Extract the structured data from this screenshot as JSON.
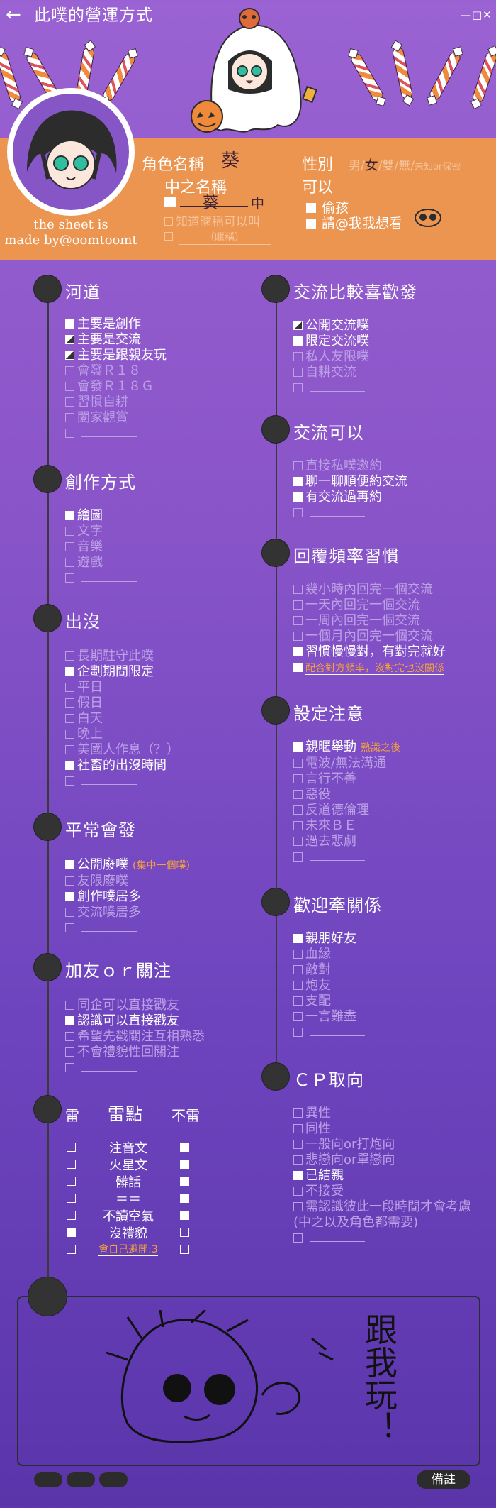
{
  "header": {
    "back_icon": "←",
    "title": "此噗的營運方式",
    "window_controls": "—□✕"
  },
  "credit": {
    "line1": "the sheet is",
    "line2": "made by@oomtoomt"
  },
  "profile": {
    "name_label": "角色名稱",
    "name_value": "葵",
    "inner_label": "中之名稱",
    "inner_value": "葵",
    "inner_suffix": "中",
    "inner_opt2": "知道暱稱可以叫",
    "inner_opt3": "（暱稱）",
    "gender_label": "性別",
    "gender_options": [
      "男",
      "女",
      "雙",
      "無",
      "未知or保密"
    ],
    "allow_label": "可以",
    "allow_items": [
      "偷孩",
      "請@我我想看"
    ]
  },
  "sections": {
    "heyao": {
      "title": "河道",
      "items": [
        {
          "label": "主要是創作",
          "state": "on"
        },
        {
          "label": "主要是交流",
          "state": "half"
        },
        {
          "label": "主要是跟親友玩",
          "state": "half"
        },
        {
          "label": "會發Ｒ１８",
          "state": "off"
        },
        {
          "label": "會發Ｒ１８Ｇ",
          "state": "off"
        },
        {
          "label": "習慣自耕",
          "state": "off"
        },
        {
          "label": "闔家觀賞",
          "state": "off"
        }
      ]
    },
    "create": {
      "title": "創作方式",
      "items": [
        {
          "label": "繪圖",
          "state": "on"
        },
        {
          "label": "文字",
          "state": "off"
        },
        {
          "label": "音樂",
          "state": "off"
        },
        {
          "label": "遊戲",
          "state": "off"
        }
      ]
    },
    "appear": {
      "title": "出沒",
      "items": [
        {
          "label": "長期駐守此噗",
          "state": "off"
        },
        {
          "label": "企劃期間限定",
          "state": "on"
        },
        {
          "label": "平日",
          "state": "off"
        },
        {
          "label": "假日",
          "state": "off"
        },
        {
          "label": "白天",
          "state": "off"
        },
        {
          "label": "晚上",
          "state": "off"
        },
        {
          "label": "美國人作息（？）",
          "state": "off"
        },
        {
          "label": "社畜的出沒時間",
          "state": "on"
        }
      ]
    },
    "post": {
      "title": "平常會發",
      "items": [
        {
          "label": "公開廢噗",
          "state": "on",
          "note": "(集中一個噗)"
        },
        {
          "label": "友限廢噗",
          "state": "off"
        },
        {
          "label": "創作噗居多",
          "state": "on"
        },
        {
          "label": "交流噗居多",
          "state": "off"
        }
      ]
    },
    "follow": {
      "title": "加友ｏｒ關注",
      "items": [
        {
          "label": "同企可以直接戳友",
          "state": "off"
        },
        {
          "label": "認識可以直接戳友",
          "state": "on"
        },
        {
          "label": "希望先戳關注互相熟悉",
          "state": "off"
        },
        {
          "label": "不會禮貌性回關注",
          "state": "off"
        }
      ]
    },
    "landmine": {
      "title": "雷點",
      "left_label": "雷",
      "right_label": "不雷",
      "rows": [
        {
          "label": "注音文",
          "left": false,
          "right": true
        },
        {
          "label": "火星文",
          "left": false,
          "right": true
        },
        {
          "label": "髒話",
          "left": false,
          "right": true
        },
        {
          "label": "＝＝",
          "left": false,
          "right": true
        },
        {
          "label": "不讀空氣",
          "left": false,
          "right": true
        },
        {
          "label": "沒禮貌",
          "left": true,
          "right": false
        },
        {
          "label": "會自己避開:3",
          "left": false,
          "right": false
        }
      ]
    },
    "exchange": {
      "title": "交流比較喜歡發",
      "items": [
        {
          "label": "公開交流噗",
          "state": "half"
        },
        {
          "label": "限定交流噗",
          "state": "on"
        },
        {
          "label": "私人友限噗",
          "state": "off"
        },
        {
          "label": "自耕交流",
          "state": "off"
        }
      ]
    },
    "canex": {
      "title": "交流可以",
      "items": [
        {
          "label": "直接私噗邀約",
          "state": "off"
        },
        {
          "label": "聊一聊順便約交流",
          "state": "on"
        },
        {
          "label": "有交流過再約",
          "state": "on"
        }
      ]
    },
    "reply": {
      "title": "回覆頻率習慣",
      "items": [
        {
          "label": "幾小時內回完一個交流",
          "state": "off"
        },
        {
          "label": "一天內回完一個交流",
          "state": "off"
        },
        {
          "label": "一周內回完一個交流",
          "state": "off"
        },
        {
          "label": "一個月內回完一個交流",
          "state": "off"
        },
        {
          "label": "習慣慢慢對，有對完就好",
          "state": "on"
        }
      ],
      "extra": "配合對方頻率，沒對完也沒關係"
    },
    "caution": {
      "title": "設定注意",
      "items": [
        {
          "label": "親暱舉動",
          "state": "on",
          "note": "熟識之後"
        },
        {
          "label": "電波/無法溝通",
          "state": "off"
        },
        {
          "label": "言行不善",
          "state": "off"
        },
        {
          "label": "惡役",
          "state": "off"
        },
        {
          "label": "反道德倫理",
          "state": "off"
        },
        {
          "label": "未來ＢＥ",
          "state": "off"
        },
        {
          "label": "過去悲劇",
          "state": "off"
        }
      ]
    },
    "relation": {
      "title": "歡迎牽關係",
      "items": [
        {
          "label": "親朋好友",
          "state": "on"
        },
        {
          "label": "血緣",
          "state": "off"
        },
        {
          "label": "敵對",
          "state": "off"
        },
        {
          "label": "炮友",
          "state": "off"
        },
        {
          "label": "支配",
          "state": "off"
        },
        {
          "label": "一言難盡",
          "state": "off"
        }
      ]
    },
    "cp": {
      "title": "ＣＰ取向",
      "items": [
        {
          "label": "異性",
          "state": "off"
        },
        {
          "label": "同性",
          "state": "off"
        },
        {
          "label": "一般向or打炮向",
          "state": "off"
        },
        {
          "label": "悲戀向or單戀向",
          "state": "off"
        },
        {
          "label": "已結親",
          "state": "on"
        },
        {
          "label": "不接受",
          "state": "off"
        },
        {
          "label": "需認識彼此一段時間才會考慮",
          "state": "off"
        }
      ],
      "extra": "(中之以及角色都需要)"
    }
  },
  "note": {
    "button": "備註",
    "drawing_text": "跟我玩！"
  },
  "colors": {
    "accent_orange": "#ec9550",
    "bg_purple": "#8a55c9",
    "dark": "#2c2c2c"
  }
}
